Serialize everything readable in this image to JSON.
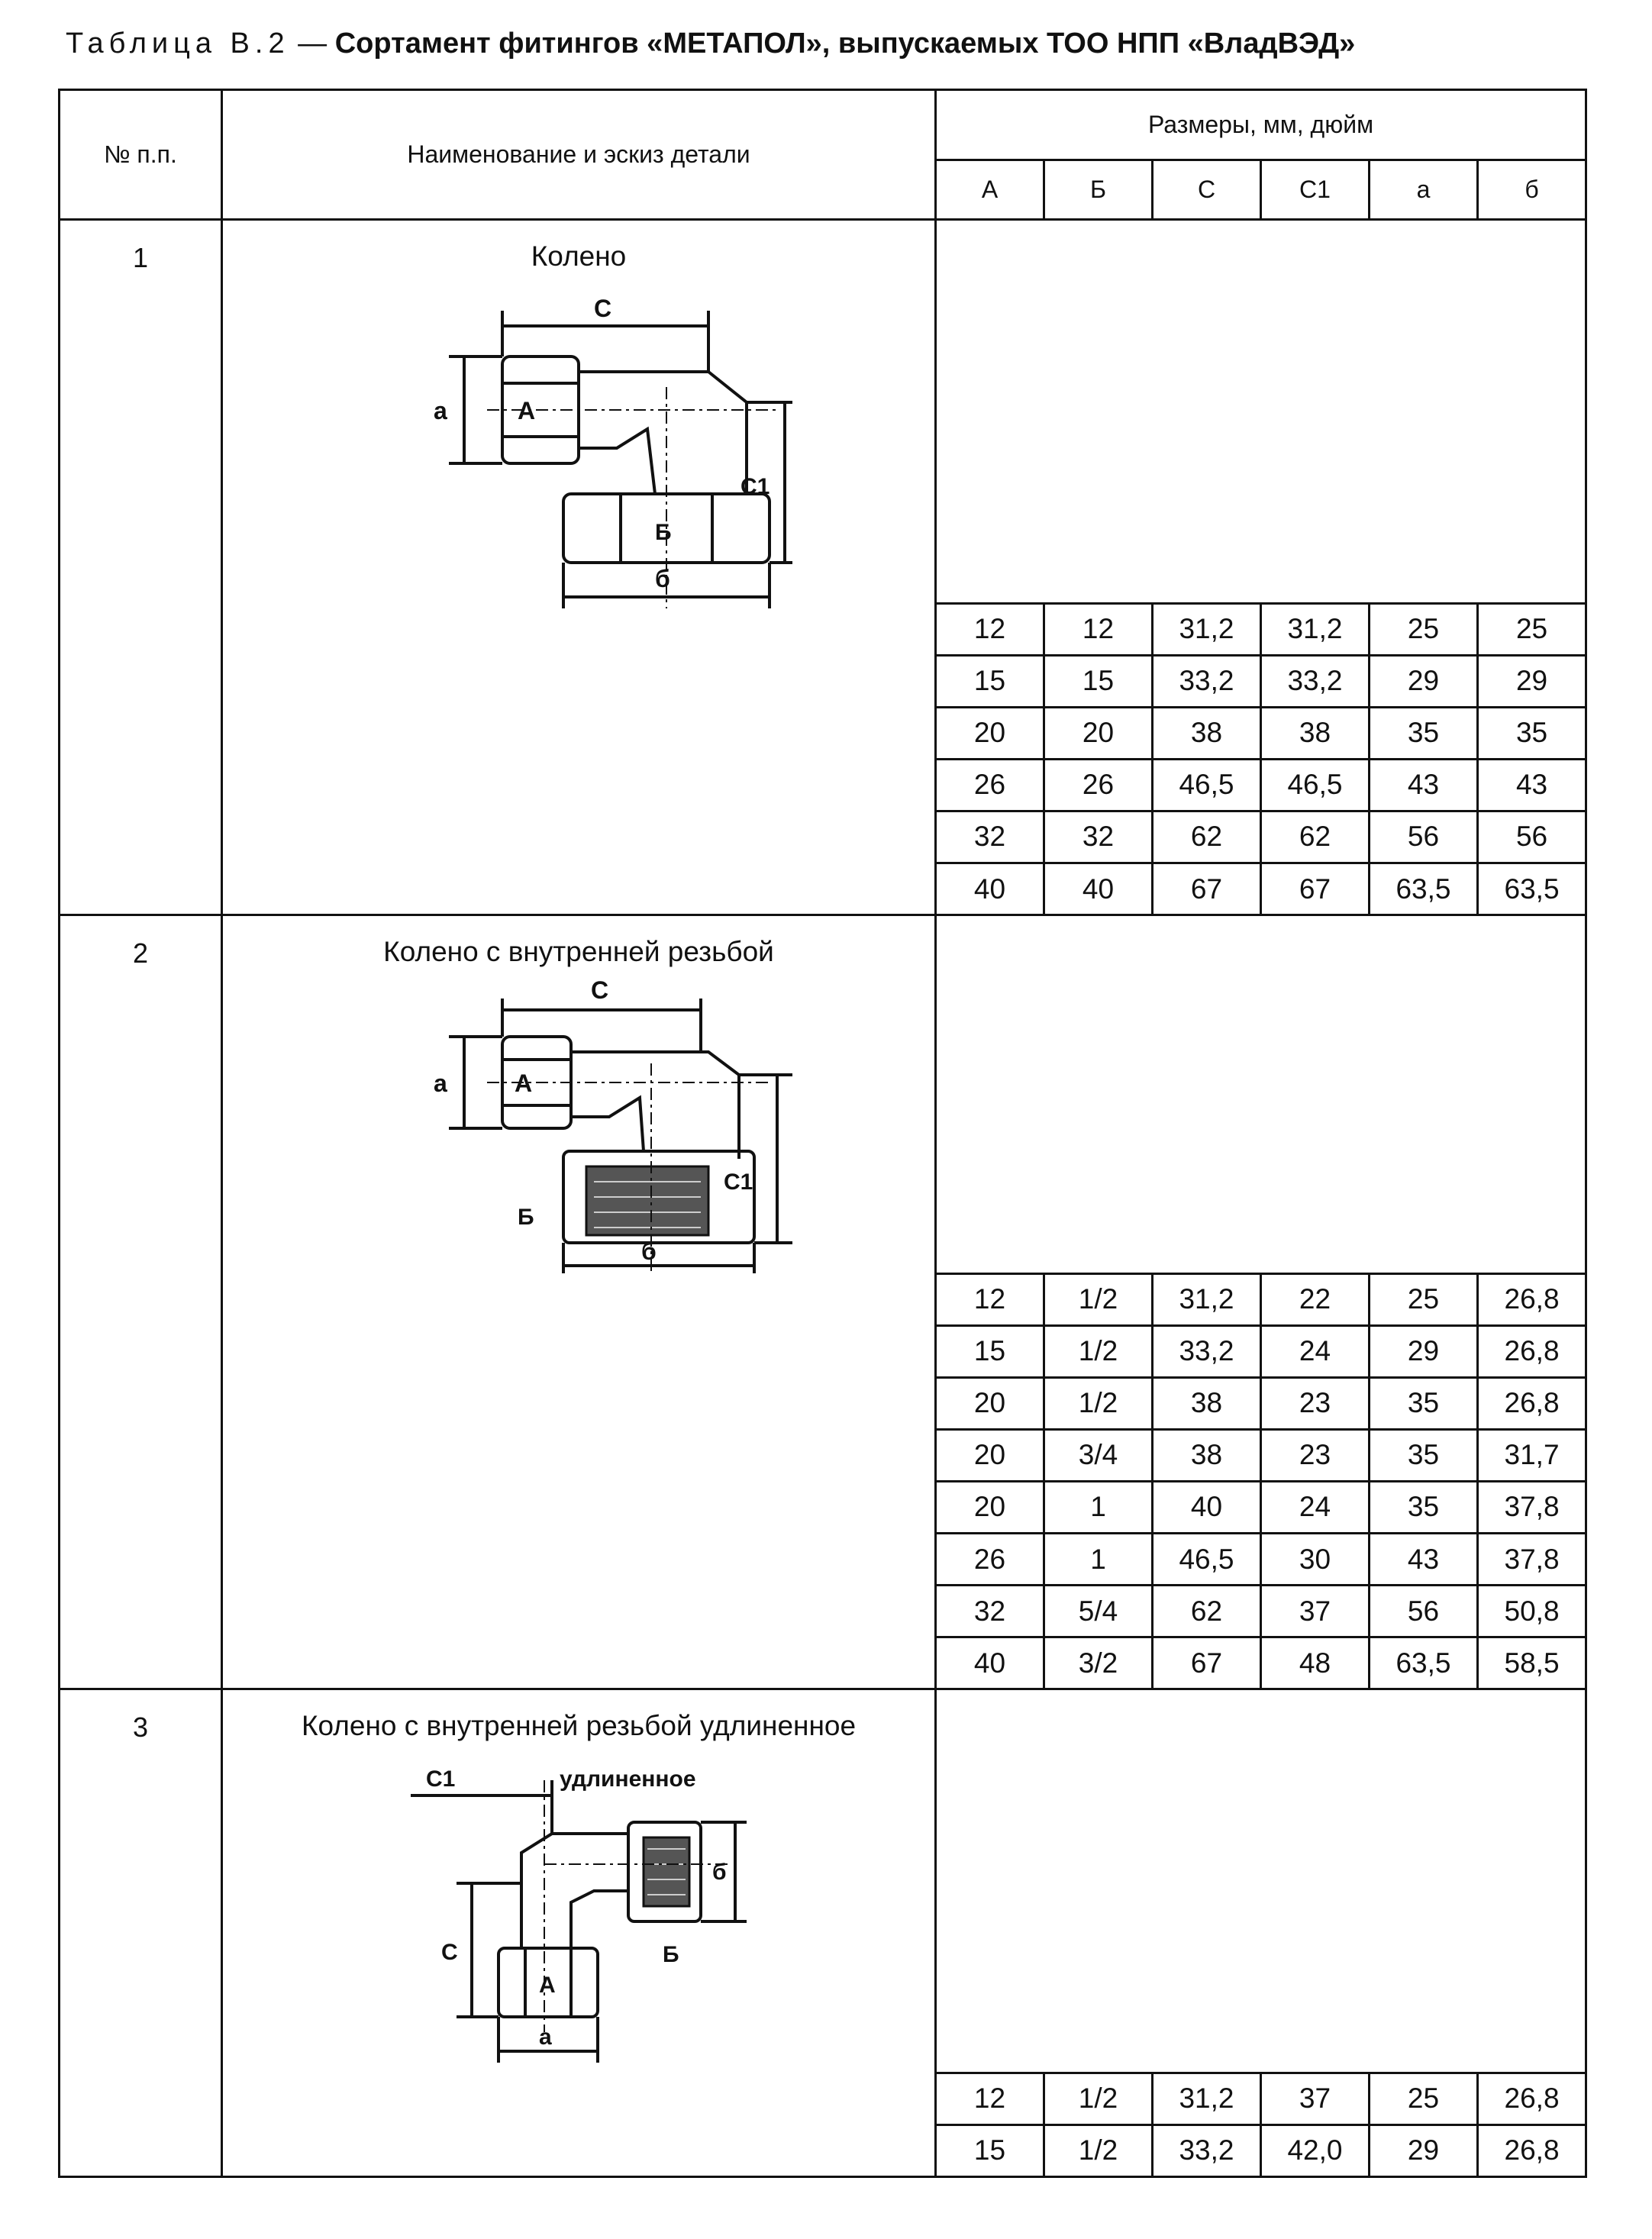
{
  "caption": {
    "label": "Таблица В.2",
    "dash": " — ",
    "title": "Сортамент фитингов «МЕТАПОЛ», выпускаемых ТОО НПП «ВладВЭД»"
  },
  "headers": {
    "num": "№ п.п.",
    "name": "Наименование и эскиз детали",
    "sizes": "Размеры, мм, дюйм",
    "columns": [
      "А",
      "Б",
      "С",
      "С1",
      "а",
      "б"
    ]
  },
  "sections": [
    {
      "num": "1",
      "name": "Колено",
      "sketch_labels": {
        "c": "С",
        "a": "а",
        "a_upper": "А",
        "c1": "С1",
        "b_upper": "Б",
        "b": "б"
      },
      "rows": [
        [
          "12",
          "12",
          "31,2",
          "31,2",
          "25",
          "25"
        ],
        [
          "15",
          "15",
          "33,2",
          "33,2",
          "29",
          "29"
        ],
        [
          "20",
          "20",
          "38",
          "38",
          "35",
          "35"
        ],
        [
          "26",
          "26",
          "46,5",
          "46,5",
          "43",
          "43"
        ],
        [
          "32",
          "32",
          "62",
          "62",
          "56",
          "56"
        ],
        [
          "40",
          "40",
          "67",
          "67",
          "63,5",
          "63,5"
        ]
      ]
    },
    {
      "num": "2",
      "name": "Колено с внутренней резьбой",
      "sketch_labels": {
        "c": "С",
        "a": "а",
        "a_upper": "А",
        "c1": "С1",
        "b_upper": "Б",
        "b": "б"
      },
      "rows": [
        [
          "12",
          "1/2",
          "31,2",
          "22",
          "25",
          "26,8"
        ],
        [
          "15",
          "1/2",
          "33,2",
          "24",
          "29",
          "26,8"
        ],
        [
          "20",
          "1/2",
          "38",
          "23",
          "35",
          "26,8"
        ],
        [
          "20",
          "3/4",
          "38",
          "23",
          "35",
          "31,7"
        ],
        [
          "20",
          "1",
          "40",
          "24",
          "35",
          "37,8"
        ],
        [
          "26",
          "1",
          "46,5",
          "30",
          "43",
          "37,8"
        ],
        [
          "32",
          "5/4",
          "62",
          "37",
          "56",
          "50,8"
        ],
        [
          "40",
          "3/2",
          "67",
          "48",
          "63,5",
          "58,5"
        ]
      ]
    },
    {
      "num": "3",
      "name": "Колено с внутренней резьбой удлиненное",
      "sketch_labels": {
        "c1": "С1",
        "c1_note": "удлиненное",
        "c": "С",
        "a_upper": "А",
        "a": "а",
        "b_upper": "Б",
        "b": "б"
      },
      "rows": [
        [
          "12",
          "1/2",
          "31,2",
          "37",
          "25",
          "26,8"
        ],
        [
          "15",
          "1/2",
          "33,2",
          "42,0",
          "29",
          "26,8"
        ]
      ]
    }
  ]
}
